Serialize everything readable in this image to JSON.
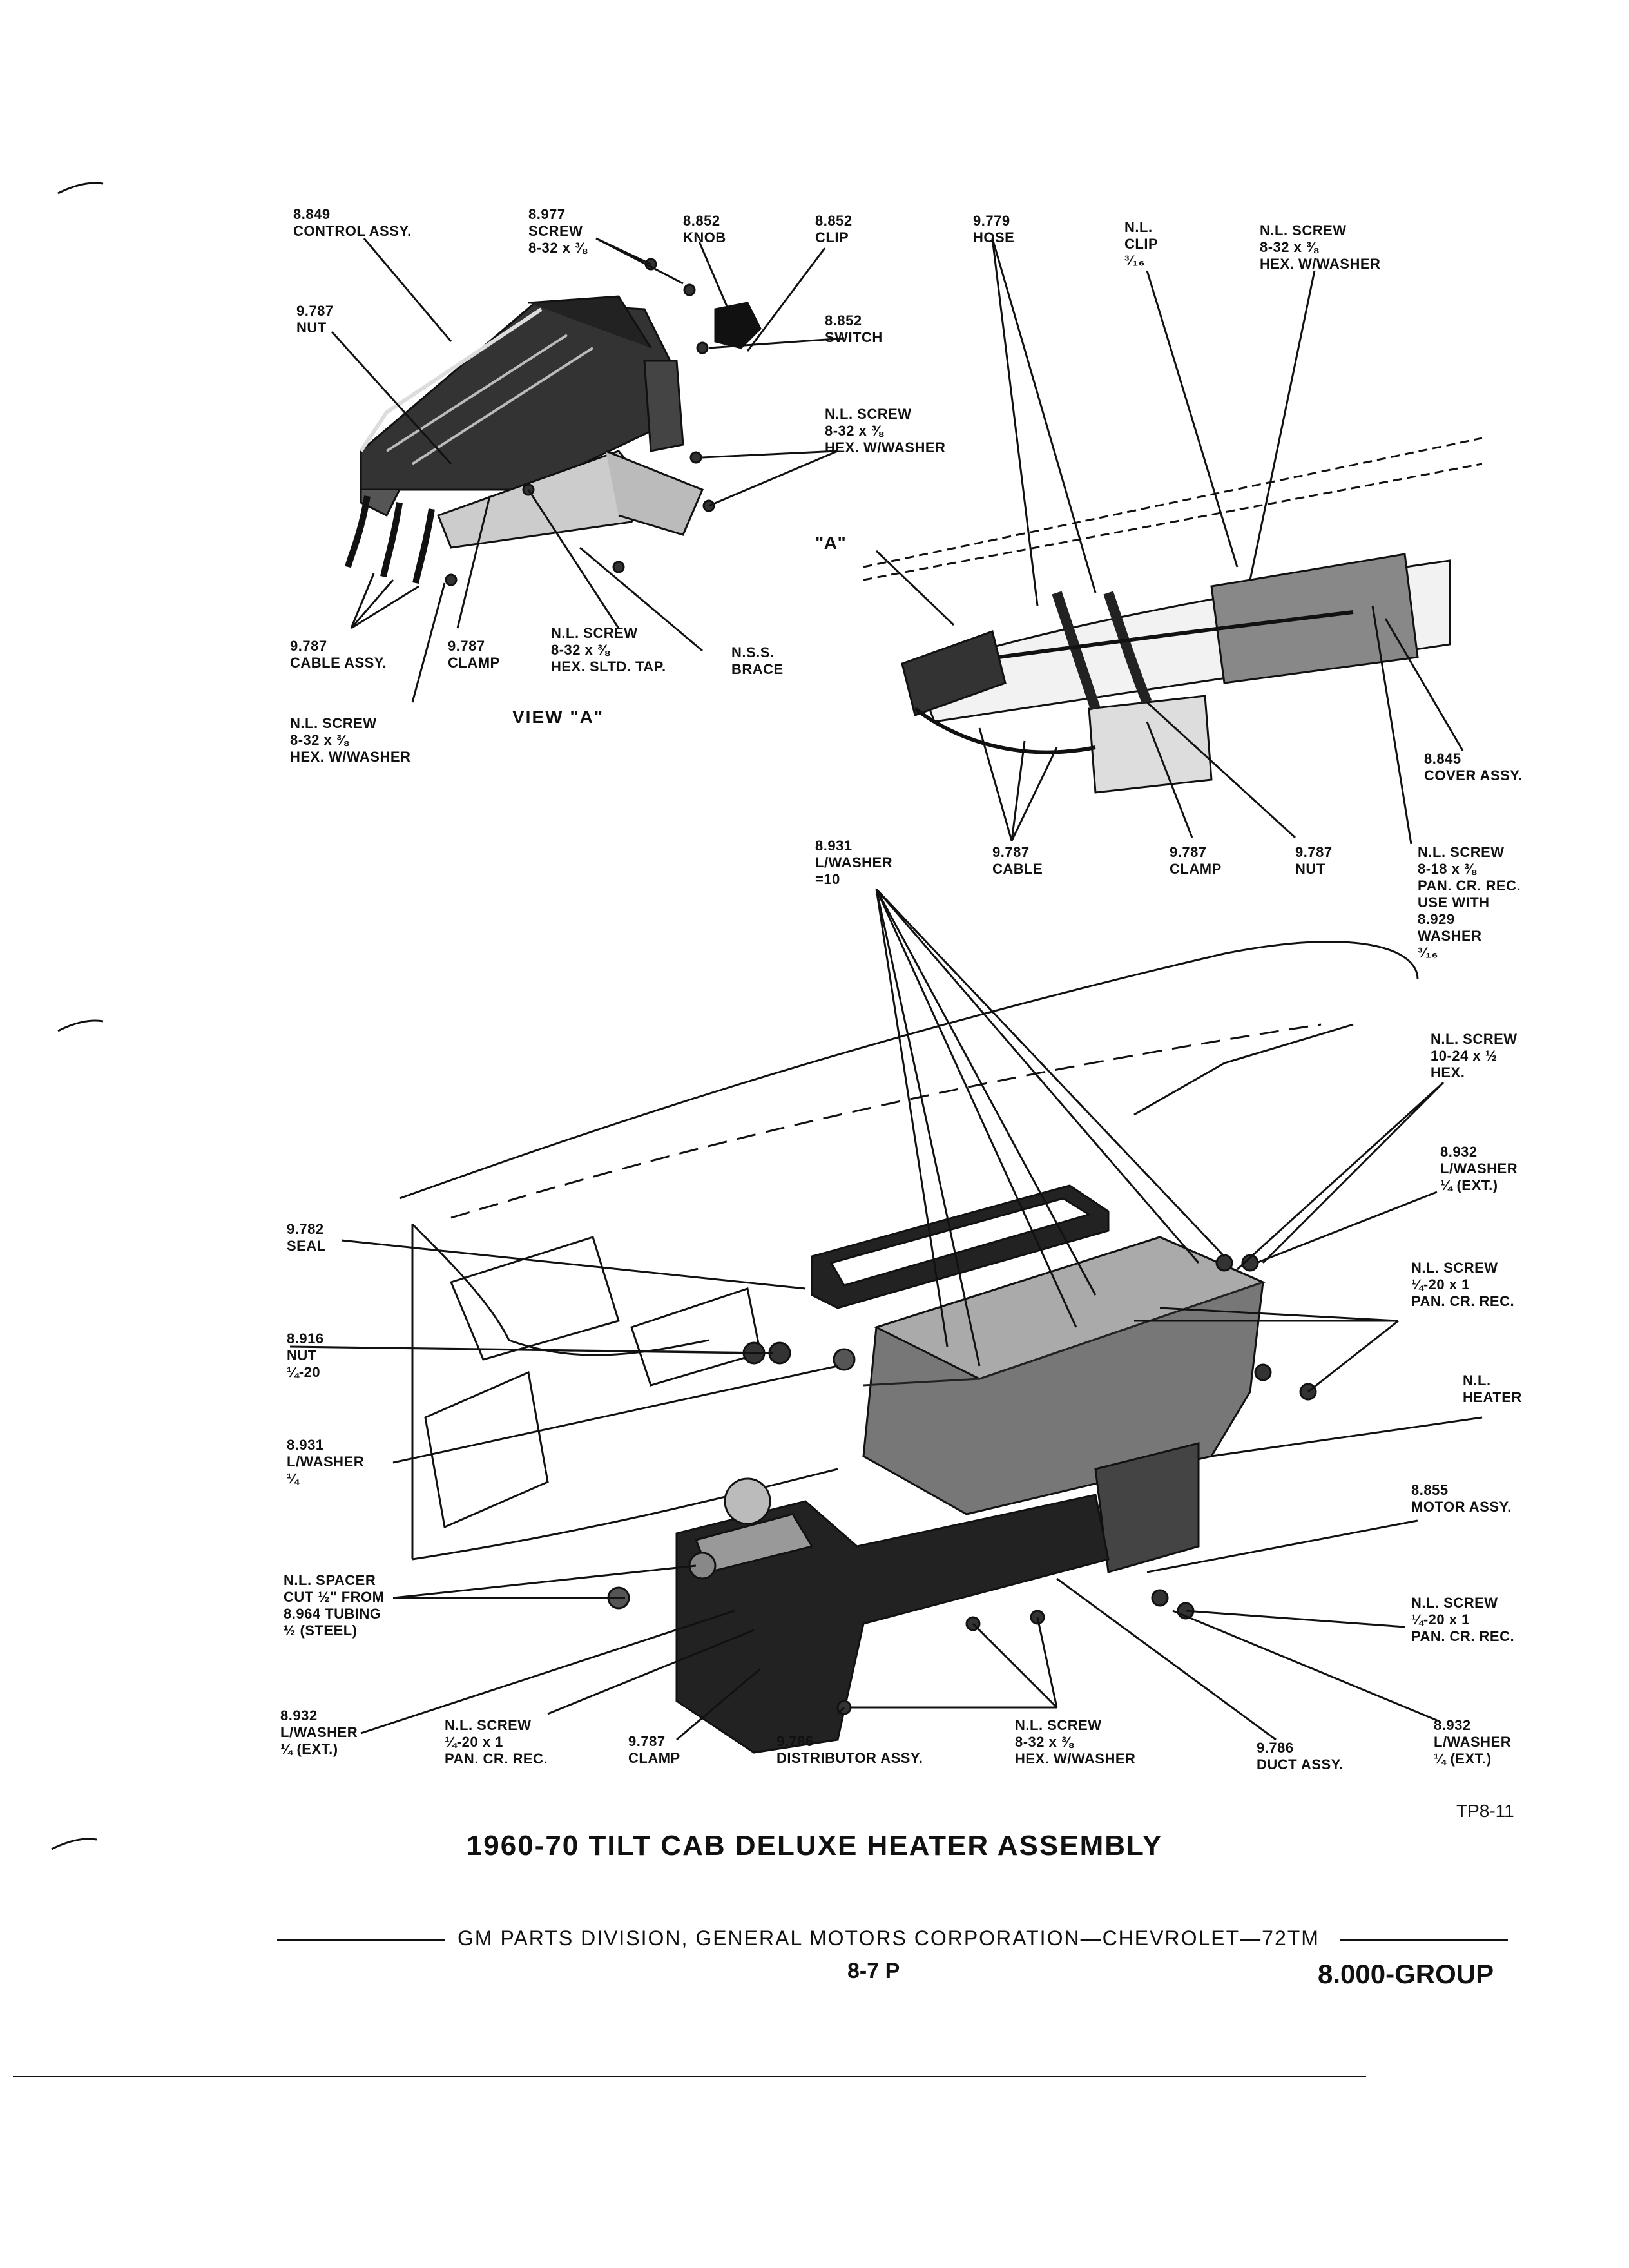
{
  "view_a": {
    "labels": [
      {
        "id": "control-assy",
        "lines": [
          "8.849",
          "CONTROL ASSY."
        ]
      },
      {
        "id": "screw-8977",
        "lines": [
          "8.977",
          "SCREW",
          "8-32 x ⅜"
        ]
      },
      {
        "id": "knob",
        "lines": [
          "8.852",
          "KNOB"
        ]
      },
      {
        "id": "clip-8852",
        "lines": [
          "8.852",
          "CLIP"
        ]
      },
      {
        "id": "nut-9787",
        "lines": [
          "9.787",
          "NUT"
        ]
      },
      {
        "id": "switch",
        "lines": [
          "8.852",
          "SWITCH"
        ]
      },
      {
        "id": "screw-hex-washer-a",
        "lines": [
          "N.L. SCREW",
          "8-32 x ⅜",
          "HEX. W/WASHER"
        ]
      },
      {
        "id": "cable-assy",
        "lines": [
          "9.787",
          "CABLE ASSY."
        ]
      },
      {
        "id": "clamp-9787-a",
        "lines": [
          "9.787",
          "CLAMP"
        ]
      },
      {
        "id": "screw-sltd-tap",
        "lines": [
          "N.L. SCREW",
          "8-32 x ⅜",
          "HEX. SLTD. TAP."
        ]
      },
      {
        "id": "brace",
        "lines": [
          "N.S.S.",
          "BRACE"
        ]
      },
      {
        "id": "screw-hex-washer-b",
        "lines": [
          "N.L. SCREW",
          "8-32 x ⅜",
          "HEX. W/WASHER"
        ]
      }
    ],
    "view_label": "VIEW \"A\""
  },
  "upper_right": {
    "labels": [
      {
        "id": "hose",
        "lines": [
          "9.779",
          "HOSE"
        ]
      },
      {
        "id": "clip-nl",
        "lines": [
          "N.L.",
          "CLIP",
          "³⁄₁₆"
        ]
      },
      {
        "id": "screw-hex-washer-c",
        "lines": [
          "N.L. SCREW",
          "8-32 x ⅜",
          "HEX. W/WASHER"
        ]
      },
      {
        "id": "cover-assy",
        "lines": [
          "8.845",
          "COVER ASSY."
        ]
      },
      {
        "id": "cable-9787",
        "lines": [
          "9.787",
          "CABLE"
        ]
      },
      {
        "id": "clamp-9787-b",
        "lines": [
          "9.787",
          "CLAMP"
        ]
      },
      {
        "id": "nut-9787-b",
        "lines": [
          "9.787",
          "NUT"
        ]
      },
      {
        "id": "screw-pan-8-18",
        "lines": [
          "N.L. SCREW",
          "8-18 x ⅜",
          "PAN. CR. REC.",
          "USE WITH",
          "8.929",
          "WASHER",
          "³⁄₁₆"
        ]
      },
      {
        "id": "washer-8931-10",
        "lines": [
          "8.931",
          "L/WASHER",
          "=10"
        ]
      }
    ],
    "a_marker": "\"A\""
  },
  "main": {
    "labels": [
      {
        "id": "screw-10-24",
        "lines": [
          "N.L. SCREW",
          "10-24 x ½",
          "HEX."
        ]
      },
      {
        "id": "washer-8932-top",
        "lines": [
          "8.932",
          "L/WASHER",
          "¼ (EXT.)"
        ]
      },
      {
        "id": "seal",
        "lines": [
          "9.782",
          "SEAL"
        ]
      },
      {
        "id": "screw-pan-quarter-a",
        "lines": [
          "N.L. SCREW",
          "¼-20 x 1",
          "PAN. CR. REC."
        ]
      },
      {
        "id": "nut-8916",
        "lines": [
          "8.916",
          "NUT",
          "¼-20"
        ]
      },
      {
        "id": "heater",
        "lines": [
          "N.L.",
          "HEATER"
        ]
      },
      {
        "id": "washer-8931-q",
        "lines": [
          "8.931",
          "L/WASHER",
          "¼"
        ]
      },
      {
        "id": "motor-assy",
        "lines": [
          "8.855",
          "MOTOR ASSY."
        ]
      },
      {
        "id": "spacer",
        "lines": [
          "N.L. SPACER",
          "CUT ½\" FROM",
          "8.964 TUBING",
          "½ (STEEL)"
        ]
      },
      {
        "id": "screw-pan-quarter-b",
        "lines": [
          "N.L. SCREW",
          "¼-20 x 1",
          "PAN. CR. REC."
        ]
      },
      {
        "id": "washer-8932-left",
        "lines": [
          "8.932",
          "L/WASHER",
          "¼ (EXT.)"
        ]
      },
      {
        "id": "screw-pan-quarter-c",
        "lines": [
          "N.L. SCREW",
          "¼-20 x 1",
          "PAN. CR. REC."
        ]
      },
      {
        "id": "clamp-9787-c",
        "lines": [
          "9.787",
          "CLAMP"
        ]
      },
      {
        "id": "distributor-assy",
        "lines": [
          "9.786",
          "DISTRIBUTOR ASSY."
        ]
      },
      {
        "id": "screw-hex-washer-d",
        "lines": [
          "N.L. SCREW",
          "8-32 x ⅜",
          "HEX. W/WASHER"
        ]
      },
      {
        "id": "duct-assy",
        "lines": [
          "9.786",
          "DUCT ASSY."
        ]
      },
      {
        "id": "washer-8932-right",
        "lines": [
          "8.932",
          "L/WASHER",
          "¼ (EXT.)"
        ]
      }
    ]
  },
  "figure_code": "TP8-11",
  "title": "1960-70 TILT CAB DELUXE HEATER ASSEMBLY",
  "footer": {
    "division": "GM PARTS DIVISION, GENERAL MOTORS CORPORATION—CHEVROLET—72TM",
    "page": "8-7 P",
    "group": "8.000-GROUP"
  },
  "colors": {
    "ink": "#111111",
    "paper": "#ffffff",
    "shade": "#555555"
  }
}
